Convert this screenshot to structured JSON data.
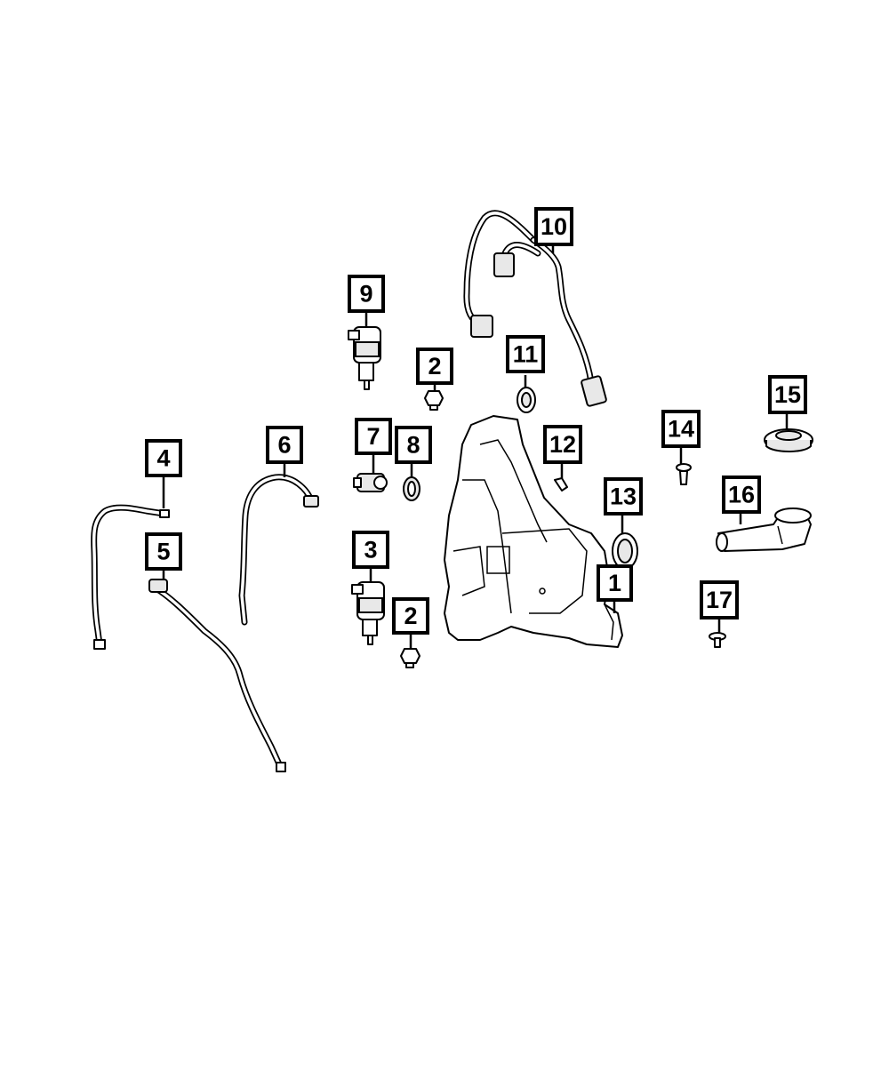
{
  "callouts": {
    "c1": "1",
    "c2a": "2",
    "c2b": "2",
    "c3": "3",
    "c4": "4",
    "c5": "5",
    "c6": "6",
    "c7": "7",
    "c8": "8",
    "c9": "9",
    "c10": "10",
    "c11": "11",
    "c12": "12",
    "c13": "13",
    "c14": "14",
    "c15": "15",
    "c16": "16",
    "c17": "17"
  }
}
